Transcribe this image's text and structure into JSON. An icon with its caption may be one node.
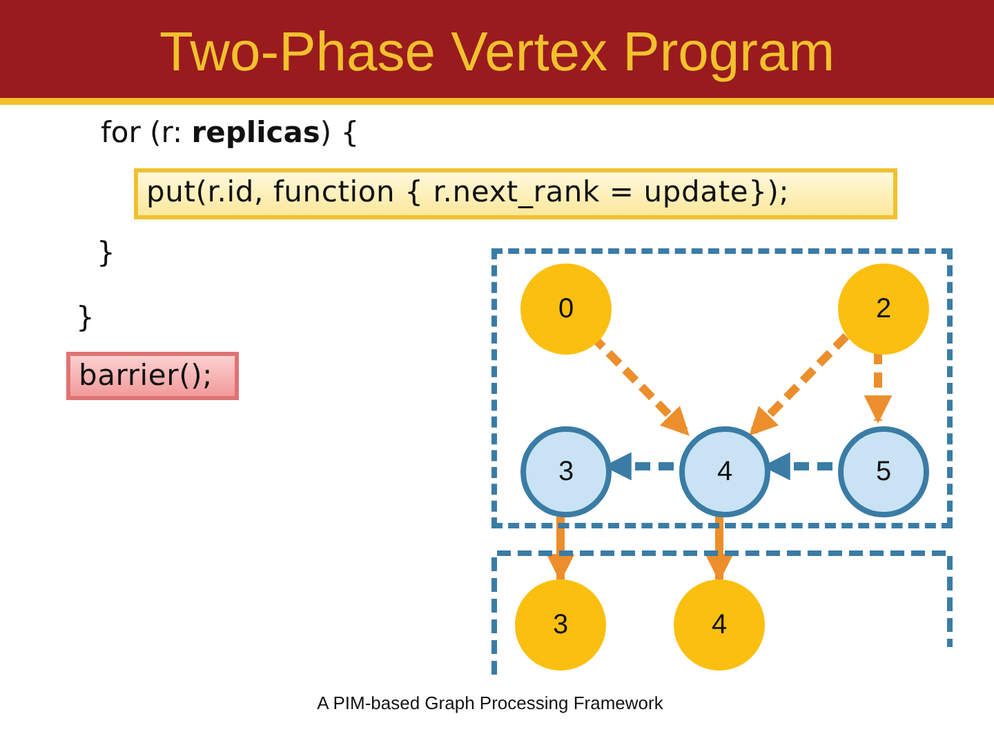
{
  "diagram": {
    "title": "Two-Phase Vertex Program",
    "nodes": [
      {
        "text": [],
        "shape": "box"
      },
      {
        "text": [
          "0"
        ],
        "in": 0
      },
      {
        "text": [
          "2"
        ],
        "in": 0
      },
      {
        "text": [
          "3"
        ],
        "in": 0
      },
      {
        "text": [
          "4"
        ],
        "in": 0
      },
      {
        "text": [
          "5"
        ],
        "in": 0
      },
      {
        "text": [],
        "shape": "box"
      },
      {
        "text": [
          "3"
        ],
        "in": 6
      },
      {
        "text": [
          "4"
        ],
        "in": 6
      },
      {
        "text": [
          "put(r.id, function { r.next_rank = update});"
        ]
      },
      {
        "text": [
          "barrier();"
        ]
      }
    ],
    "edges": [
      {
        "from": 1,
        "to": 4,
        "arrow": "to",
        "style": "dashed"
      },
      {
        "from": 2,
        "to": 4,
        "arrow": "to",
        "style": "dashed"
      },
      {
        "from": 2,
        "to": 5,
        "arrow": "to",
        "style": "dashed"
      },
      {
        "from": 4,
        "to": 3,
        "arrow": "to",
        "style": "dashed",
        "color": "#3a7ca5"
      },
      {
        "from": 5,
        "to": 4,
        "arrow": "to",
        "style": "dashed",
        "color": "#3a7ca5"
      },
      {
        "from": 3,
        "to": 7,
        "arrow": "to"
      },
      {
        "from": 4,
        "to": 8,
        "arrow": "to"
      }
    ],
    "labels": [
      "for (r: **replicas**) {",
      "}",
      "}",
      "A PIM-based Graph Processing Framework"
    ]
  }
}
